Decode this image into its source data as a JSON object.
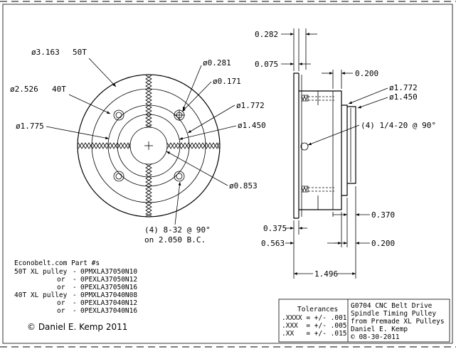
{
  "front_view": {
    "dia_50t_od": "ø3.163",
    "label_50t": "50T",
    "hole_281": "ø0.281",
    "hole_171": "ø0.171",
    "dia_40t_od": "ø2.526",
    "label_40t": "40T",
    "dia_1772": "ø1.772",
    "dia_1775": "ø1.775",
    "dia_1450": "ø1.450",
    "dia_0853": "ø0.853",
    "bolt_note_line1": "(4) 8-32 @ 90°",
    "bolt_note_line2": "on 2.050 B.C."
  },
  "side_view": {
    "dim_0282": "0.282",
    "dim_0075": "0.075",
    "dim_0200_top": "0.200",
    "dia_1772": "ø1.772",
    "dia_1450": "ø1.450",
    "tap_note": "(4) 1/4-20 @ 90°",
    "dim_0370": "0.370",
    "dim_0375": "0.375",
    "dim_0563": "0.563",
    "dim_0200_bot": "0.200",
    "dim_1496": "1.496"
  },
  "parts": {
    "header": "Econobelt.com Part #s",
    "rows": [
      {
        "label": "50T XL pulley",
        "sep": "-",
        "part": "0PMXLA37050N10"
      },
      {
        "label": "or",
        "sep": "-",
        "part": "0PEXLA37050N12"
      },
      {
        "label": "or",
        "sep": "-",
        "part": "0PEXLA37050N16"
      },
      {
        "label": "40T XL pulley",
        "sep": "-",
        "part": "0PMXLA37040N08"
      },
      {
        "label": "or",
        "sep": "-",
        "part": "0PEXLA37040N12"
      },
      {
        "label": "or",
        "sep": "-",
        "part": "0PEXLA37040N16"
      }
    ]
  },
  "copyright": "© Daniel E. Kemp 2011",
  "title_block": {
    "tol_header": "Tolerances",
    "tol_rows": [
      ".XXXX = +/- .001",
      ".XXX  = +/- .005",
      ".XX   = +/- .015"
    ],
    "title_lines": [
      "G0704 CNC Belt Drive",
      "Spindle Timing Pulley",
      "from Premade XL Pulleys",
      "Daniel E. Kemp"
    ],
    "date": "© 08-30-2011"
  }
}
